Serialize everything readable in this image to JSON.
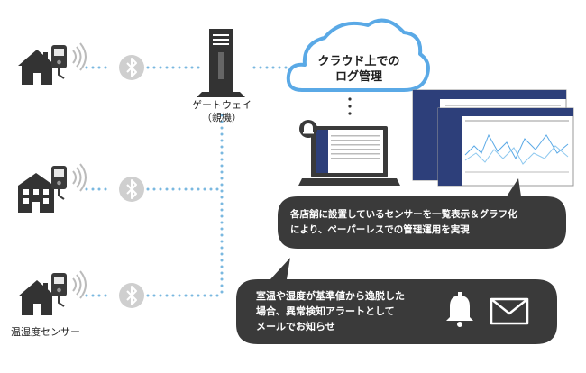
{
  "diagram": {
    "gateway": {
      "line1": "ゲートウェイ",
      "line2": "（親機）"
    },
    "cloud": {
      "line1": "クラウド上での",
      "line2": "ログ管理"
    },
    "sensor_label": "温湿度センサー",
    "bubble_top": {
      "line1": "各店舗に設置しているセンサーを一覧表示＆グラフ化",
      "line2": "により、ペーパーレスでの管理運用を実現"
    },
    "bubble_bottom": {
      "line1": "室温や湿度が基準値から逸脱した",
      "line2": "場合、異常検知アラートとして",
      "line3": "メールでお知らせ"
    },
    "icons": [
      "house-icon",
      "building-icon",
      "sensor-device-icon",
      "bluetooth-icon",
      "server-tower-icon",
      "cloud-icon",
      "laptop-icon",
      "bell-icon",
      "mail-icon"
    ],
    "colors": {
      "dotted_line": "#7ab8e0",
      "dark": "#3a3a3a",
      "bluetooth_bg": "#cfcfcf",
      "cloud_outline": "#5aa9e6",
      "dashboard_blue": "#2d3f7a"
    }
  }
}
